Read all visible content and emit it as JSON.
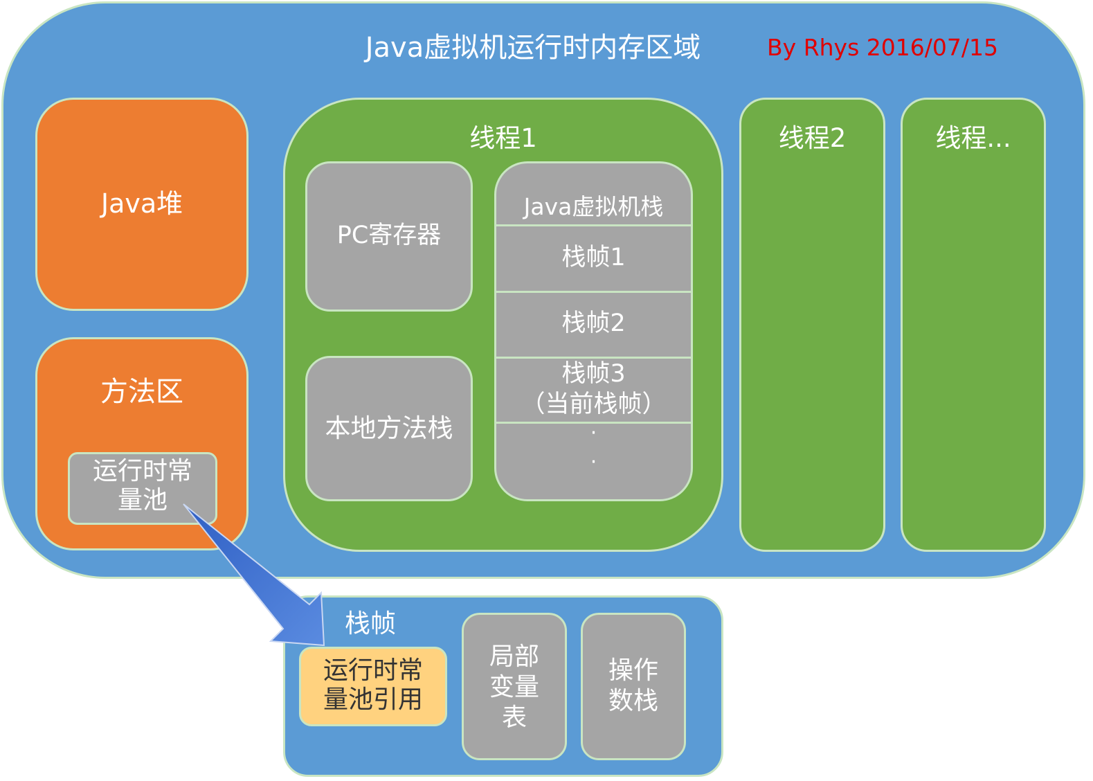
{
  "runtime_area": {
    "title": "Java虚拟机运行时内存区域",
    "author": "By Rhys 2016/07/15"
  },
  "heap": {
    "label": "Java堆"
  },
  "method_area": {
    "label": "方法区",
    "constant_pool": "运行时常\n量池"
  },
  "thread1": {
    "label": "线程1",
    "pc_register": "PC寄存器",
    "native_stack": "本地方法栈",
    "vm_stack": {
      "label": "Java虚拟机栈",
      "frames": [
        "栈帧1",
        "栈帧2",
        "栈帧3\n（当前栈帧）"
      ],
      "more": "·\n·"
    }
  },
  "thread2": {
    "label": "线程2"
  },
  "thread_more": {
    "label": "线程..."
  },
  "stack_frame_detail": {
    "label": "栈帧",
    "constant_pool_ref": "运行时常\n量池引用",
    "local_vars": "局部\n变量\n表",
    "operand_stack": "操作\n数栈"
  },
  "colors": {
    "outer": "#5b9bd5",
    "heap": "#ed7d31",
    "thread": "#70ad47",
    "component": "#a5a5a5",
    "reference": "#ffd27f",
    "author": "#e00000",
    "arrow": "#3a68c6"
  }
}
